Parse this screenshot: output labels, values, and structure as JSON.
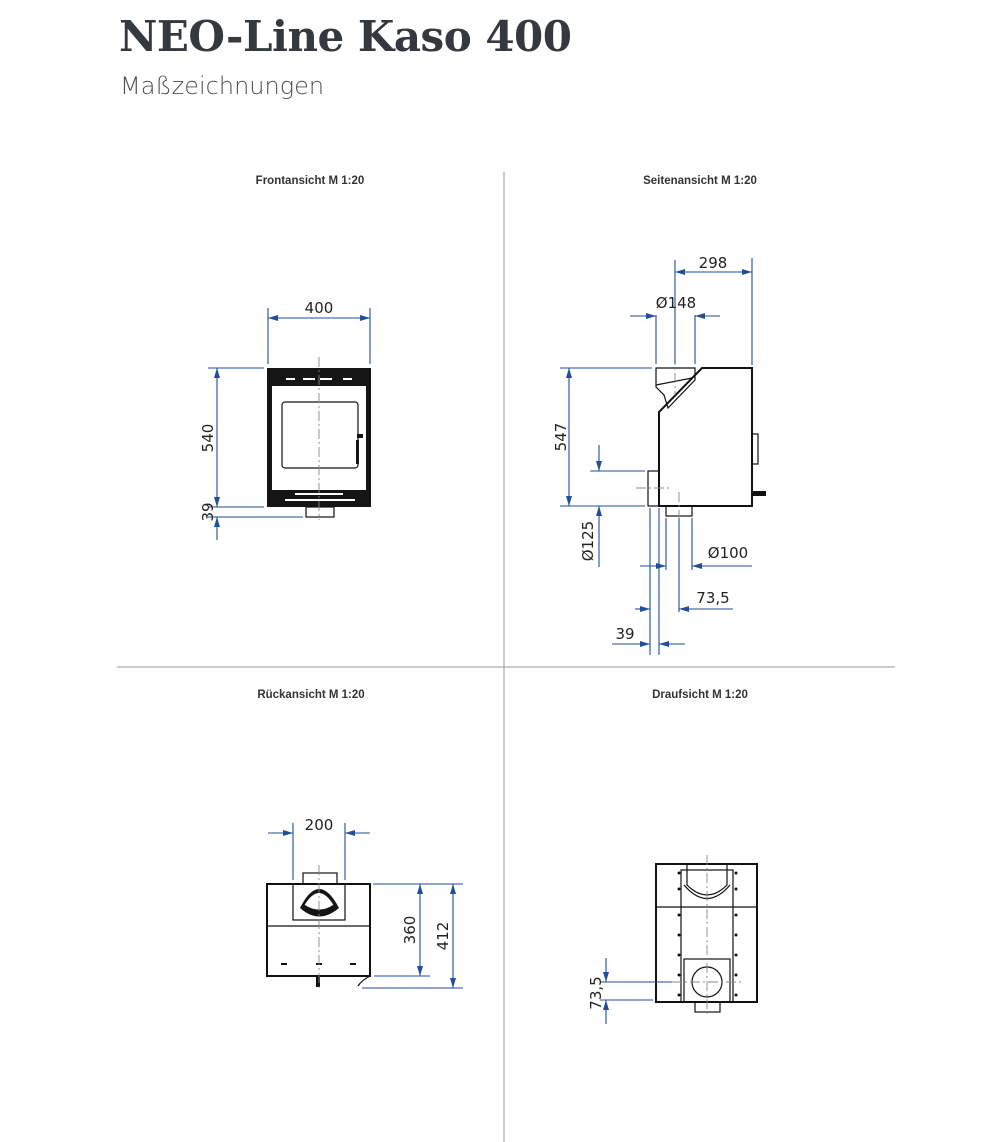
{
  "header": {
    "title": "NEO-Line Kaso 400",
    "subtitle": "Maßzeichnungen"
  },
  "views": {
    "front": {
      "label": "Frontansicht M 1:20",
      "dims": {
        "width": "400",
        "height": "540",
        "bottom": "39"
      }
    },
    "side": {
      "label": "Seitenansicht M 1:20",
      "dims": {
        "depth": "298",
        "flue_top": "Ø148",
        "height": "547",
        "flue_rear": "Ø125",
        "flue_bottom": "Ø100",
        "offset": "73,5",
        "rear_offset": "39"
      }
    },
    "rear": {
      "label": "Rückansicht M 1:20",
      "dims": {
        "width": "200",
        "height_inner": "360",
        "height_total": "412"
      }
    },
    "top": {
      "label": "Draufsicht M 1:20",
      "dims": {
        "offset": "73,5"
      }
    }
  },
  "colors": {
    "dimension": "#1f4f9e",
    "outline": "#111111",
    "divider": "#9a9a9a"
  }
}
